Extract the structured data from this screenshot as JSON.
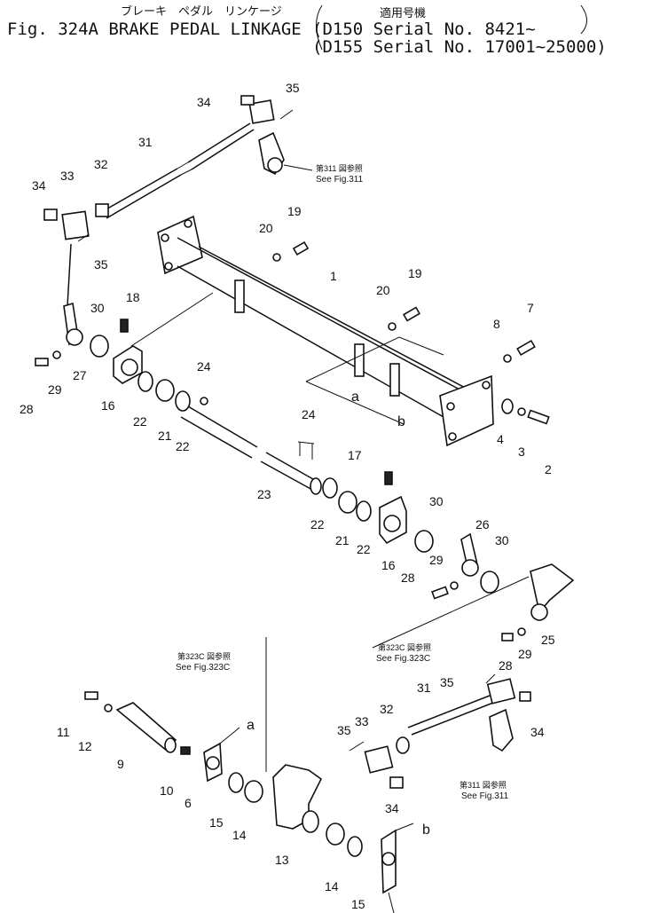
{
  "header": {
    "jp_title": "ブレーキ　ペダル　リンケージ",
    "fig_title": "Fig. 324A BRAKE PEDAL LINKAGE",
    "jp_applicable": "適用号機",
    "serial_1": "(D150 Serial No. 8421~",
    "serial_2": "(D155 Serial No. 17001~25000)"
  },
  "references": {
    "jp_311": "第311 図参照",
    "see_311": "See Fig.311",
    "jp_323c": "第323C 図参照",
    "see_323c": "See Fig.323C"
  },
  "part_numbers": [
    "34",
    "35",
    "31",
    "32",
    "33",
    "34",
    "35",
    "19",
    "20",
    "1",
    "20",
    "19",
    "8",
    "7",
    "30",
    "18",
    "27",
    "29",
    "28",
    "16",
    "22",
    "21",
    "22",
    "24",
    "a",
    "b",
    "4",
    "3",
    "2",
    "24",
    "23",
    "17",
    "22",
    "21",
    "22",
    "16",
    "30",
    "26",
    "30",
    "29",
    "28",
    "25",
    "29",
    "28",
    "35",
    "31",
    "32",
    "33",
    "35",
    "34",
    "34",
    "11",
    "12",
    "9",
    "10",
    "6",
    "a",
    "15",
    "14",
    "13",
    "14",
    "15",
    "b"
  ]
}
